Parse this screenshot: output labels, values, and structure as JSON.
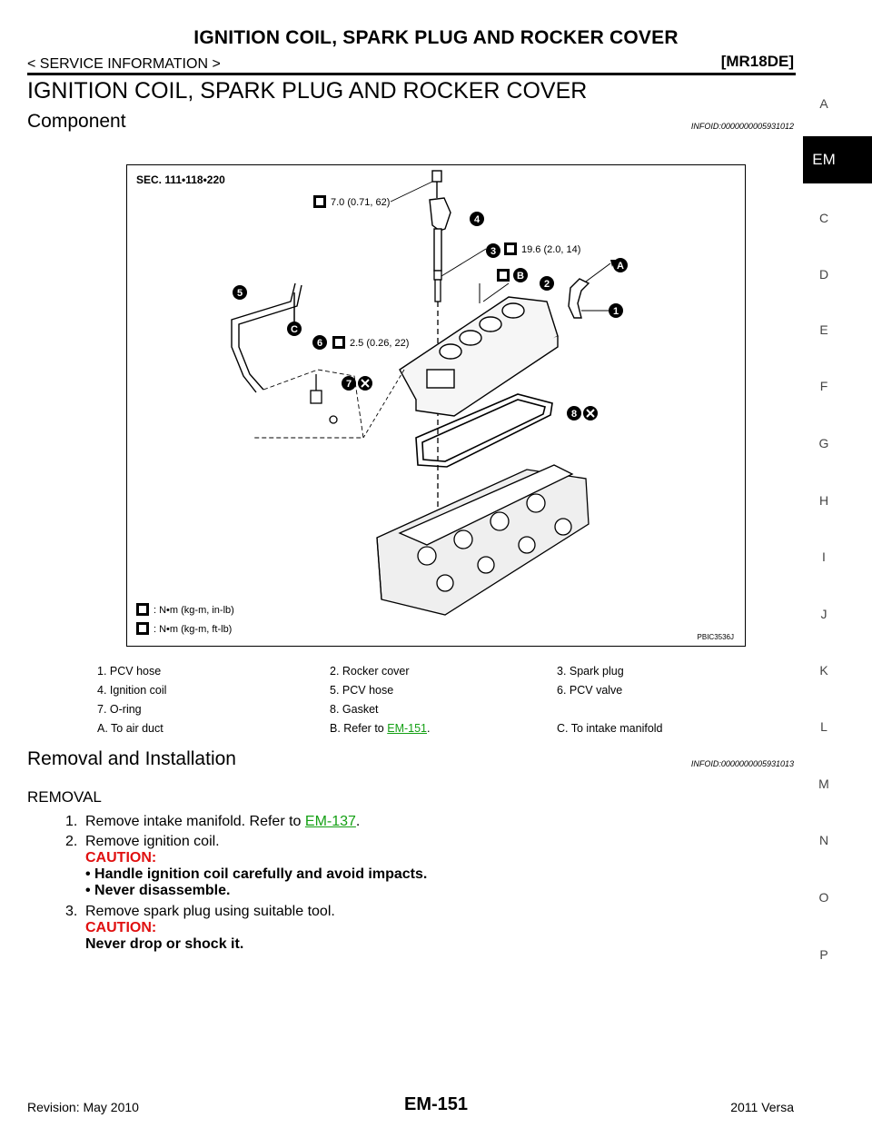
{
  "header": {
    "title": "IGNITION COIL, SPARK PLUG AND ROCKER COVER",
    "section": "< SERVICE INFORMATION >",
    "engine_code": "[MR18DE]",
    "page_number": "EM-151"
  },
  "side_index": {
    "active": "EM",
    "letters": [
      "A",
      "C",
      "D",
      "E",
      "F",
      "G",
      "H",
      "I",
      "J",
      "K",
      "L",
      "M",
      "N",
      "O",
      "P"
    ]
  },
  "section_title": "IGNITION COIL, SPARK PLUG AND ROCKER COVER",
  "component": {
    "title": "Component",
    "infoid": "INFOID:0000000005931012"
  },
  "figure": {
    "sec_label": "SEC. 111•118•220",
    "torque_1": "7.0 (0.71, 62)",
    "torque_2": "19.6 (2.0, 14)",
    "torque_3": "2.5 (0.26, 22)",
    "key_1": ": N•m (kg-m, in-lb)",
    "key_2": ": N•m (kg-m, ft-lb)",
    "fig_code": "PBIC3536J",
    "callouts": [
      "1",
      "2",
      "3",
      "4",
      "5",
      "6",
      "7",
      "8",
      "A",
      "B",
      "C"
    ]
  },
  "legend": [
    [
      "1.  PCV hose",
      "2.  Rocker cover",
      "3.  Spark plug"
    ],
    [
      "4.  Ignition coil",
      "5.  PCV hose",
      "6.  PCV valve"
    ],
    [
      "7.  O-ring",
      "8.  Gasket",
      ""
    ],
    [
      "A.  To air duct",
      "B.  Refer to ",
      "C.  To intake manifold"
    ]
  ],
  "legend_link": "EM-151",
  "legend_link_suffix": ".",
  "removal": {
    "title": "Removal and Installation",
    "infoid": "INFOID:0000000005931013",
    "heading": "REMOVAL",
    "step1_num": "1.",
    "step1_text": "Remove intake manifold. Refer to ",
    "step1_link": "EM-137",
    "step1_suffix": ".",
    "step2_num": "2.",
    "step2_text": "Remove ignition coil.",
    "step2_caution": "CAUTION:",
    "step2_b1": "•  Handle ignition coil carefully and avoid impacts.",
    "step2_b2": "•  Never disassemble.",
    "step3_num": "3.",
    "step3_text": "Remove spark plug using suitable tool.",
    "step3_caution": "CAUTION:",
    "step3_b1": "Never drop or shock it."
  },
  "footer": {
    "revision": "Revision: May 2010",
    "model": "2011 Versa"
  }
}
